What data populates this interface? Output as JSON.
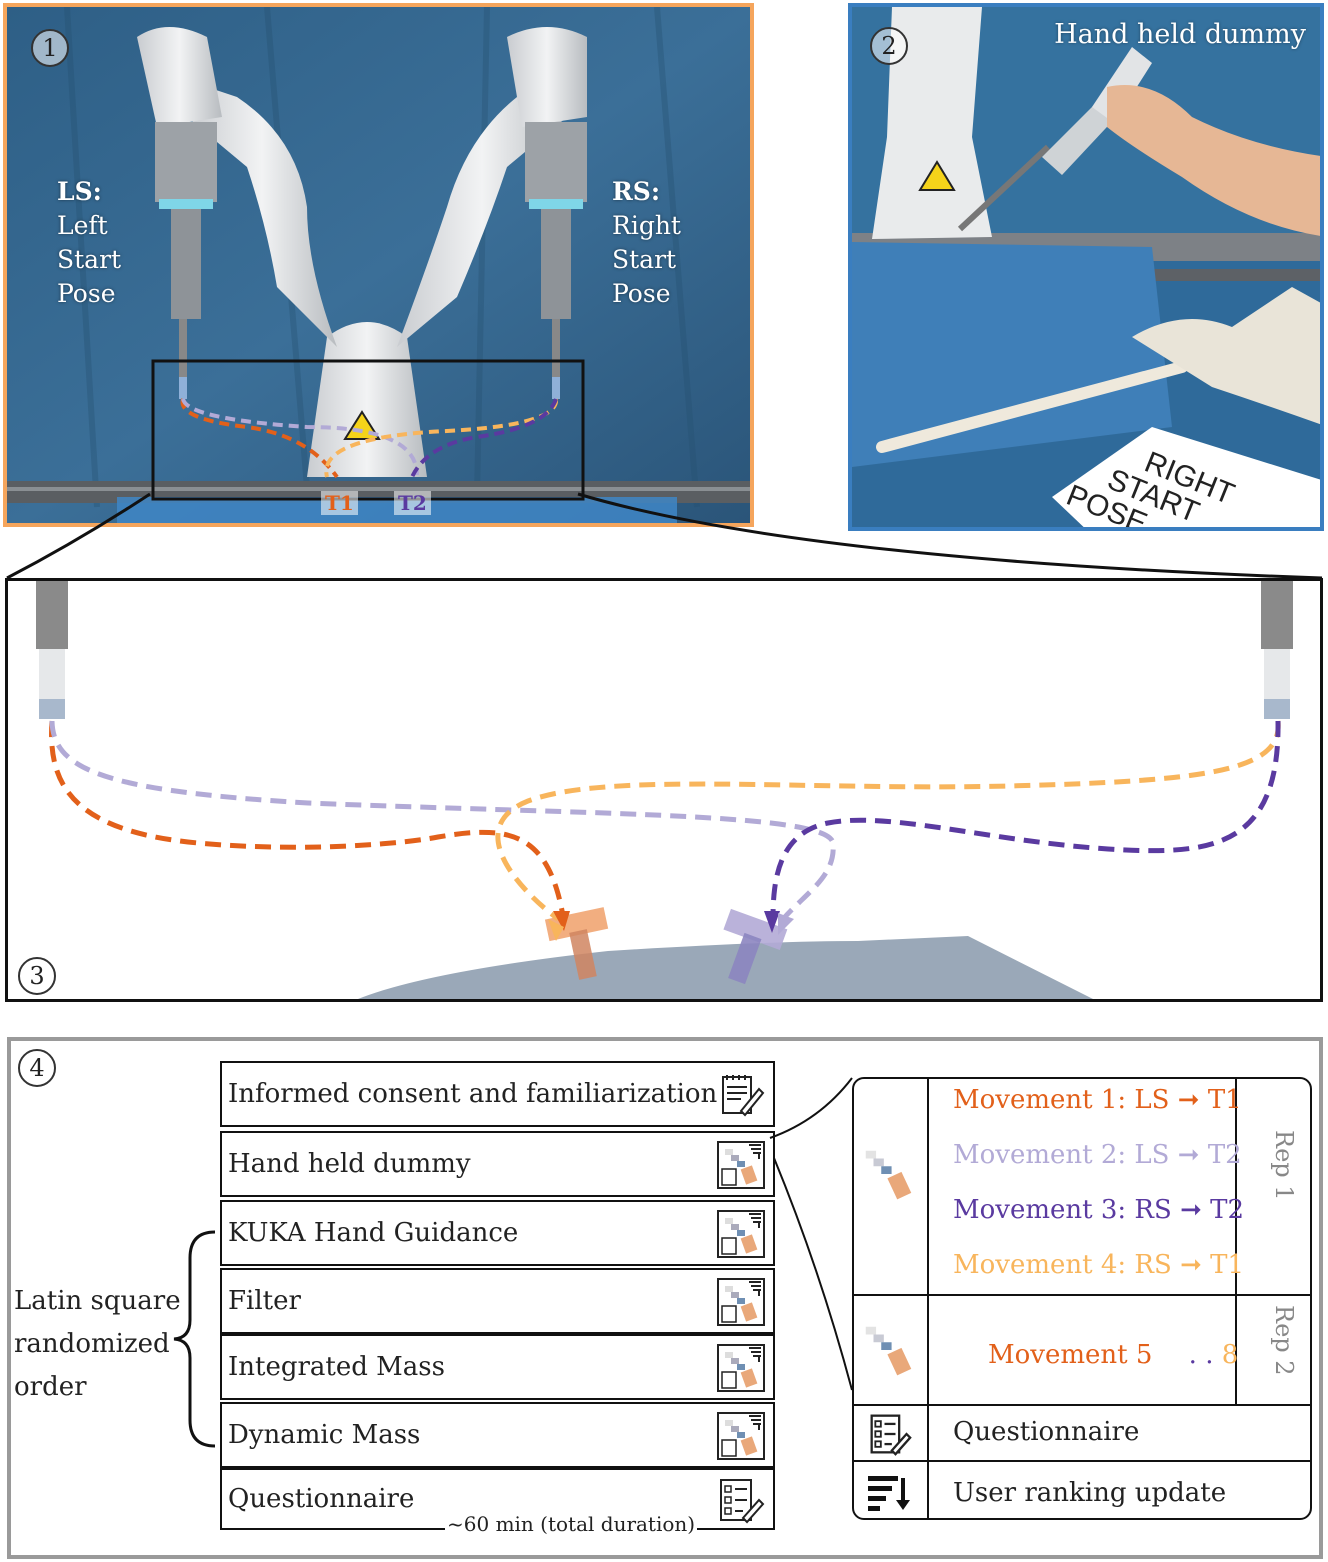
{
  "panel1": {
    "badge": "1",
    "left_pose": {
      "abbr": "LS:",
      "lines": [
        "Left",
        "Start",
        "Pose"
      ]
    },
    "right_pose": {
      "abbr": "RS:",
      "lines": [
        "Right",
        "Start",
        "Pose"
      ]
    },
    "target1": "T1",
    "target2": "T2"
  },
  "panel2": {
    "badge": "2",
    "title": "Hand held dummy",
    "sign_lines": [
      "RIGHT",
      "START",
      "POSE"
    ]
  },
  "panel3": {
    "badge": "3"
  },
  "panel4": {
    "badge": "4",
    "steps": [
      {
        "label": "Informed consent and familiarization",
        "icon": "notepad-pencil-icon"
      },
      {
        "label": "Hand held dummy",
        "icon": "task-sequence-icon"
      },
      {
        "label": "KUKA Hand Guidance",
        "icon": "task-sequence-icon"
      },
      {
        "label": "Filter",
        "icon": "task-sequence-icon"
      },
      {
        "label": "Integrated Mass",
        "icon": "task-sequence-icon"
      },
      {
        "label": "Dynamic Mass",
        "icon": "task-sequence-icon"
      },
      {
        "label": "Questionnaire",
        "icon": "checklist-icon"
      }
    ],
    "latin_square": [
      "Latin square",
      "randomized",
      "order"
    ],
    "duration": "~60 min (total duration)",
    "detail": {
      "rep1": "Rep 1",
      "rep2": "Rep 2",
      "movements": [
        {
          "label": "Movement 1: LS",
          "target": "T1"
        },
        {
          "label": "Movement 2: LS",
          "target": "T2"
        },
        {
          "label": "Movement 3: RS",
          "target": "T2"
        },
        {
          "label": "Movement 4: RS",
          "target": "T1"
        }
      ],
      "movement5": "Movement 5",
      "dots": ". .",
      "eight": "8",
      "questionnaire": "Questionnaire",
      "ranking": "User ranking update"
    }
  },
  "colors": {
    "orange_dark": "#e2601a",
    "orange_light": "#f8b55c",
    "lavender": "#b2aad6",
    "purple": "#5a3aa0",
    "panel1_border": "#f5a55c",
    "panel2_border": "#3a7ec0",
    "tissue": "#9aa8b8"
  }
}
